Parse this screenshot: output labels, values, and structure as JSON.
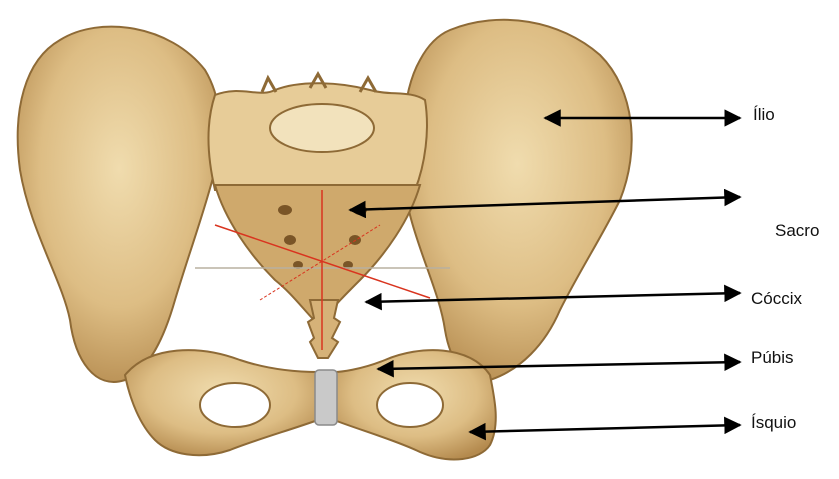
{
  "labels": {
    "ilio": "Ílio",
    "sacro": "Sacro",
    "coccix": "Cóccix",
    "pubis": "Púbis",
    "isquio": "Ísquio"
  },
  "colors": {
    "bone": "#e3c58f",
    "bone_shadow": "#b98f52",
    "bone_dark": "#8e6a36",
    "cartilage": "#c9c9c9",
    "guide_line": "#d9341f",
    "arrow": "#000000"
  }
}
